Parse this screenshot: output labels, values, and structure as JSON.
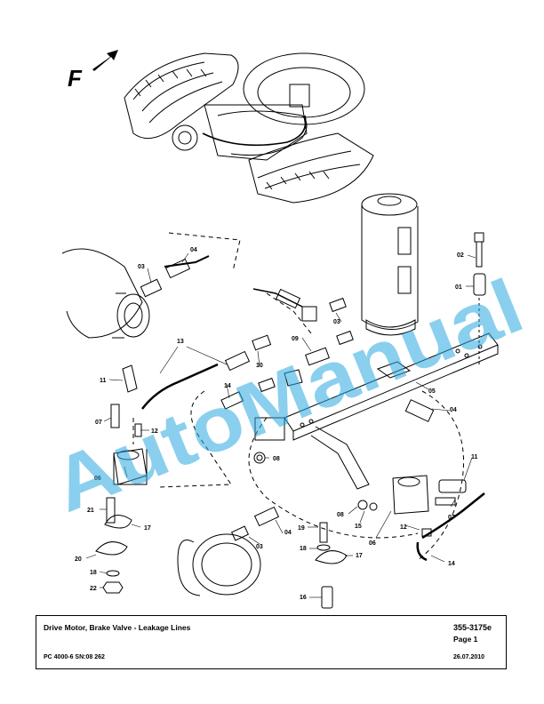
{
  "watermark": "AutoManual",
  "direction_marker": "F",
  "callouts": [
    "04",
    "03",
    "02",
    "01",
    "03",
    "13",
    "09",
    "10",
    "11",
    "14",
    "05",
    "07",
    "12",
    "04",
    "08",
    "06",
    "11",
    "21",
    "17",
    "04",
    "03",
    "08",
    "15",
    "07",
    "19",
    "12",
    "20",
    "18",
    "17",
    "06",
    "14",
    "18",
    "22",
    "16"
  ],
  "title_block": {
    "title": "Drive Motor, Brake Valve - Leakage Lines",
    "doc_number": "355-3175e",
    "page": "Page 1",
    "model": "PC 4000-6 SN:08 262",
    "date": "26.07.2010"
  }
}
